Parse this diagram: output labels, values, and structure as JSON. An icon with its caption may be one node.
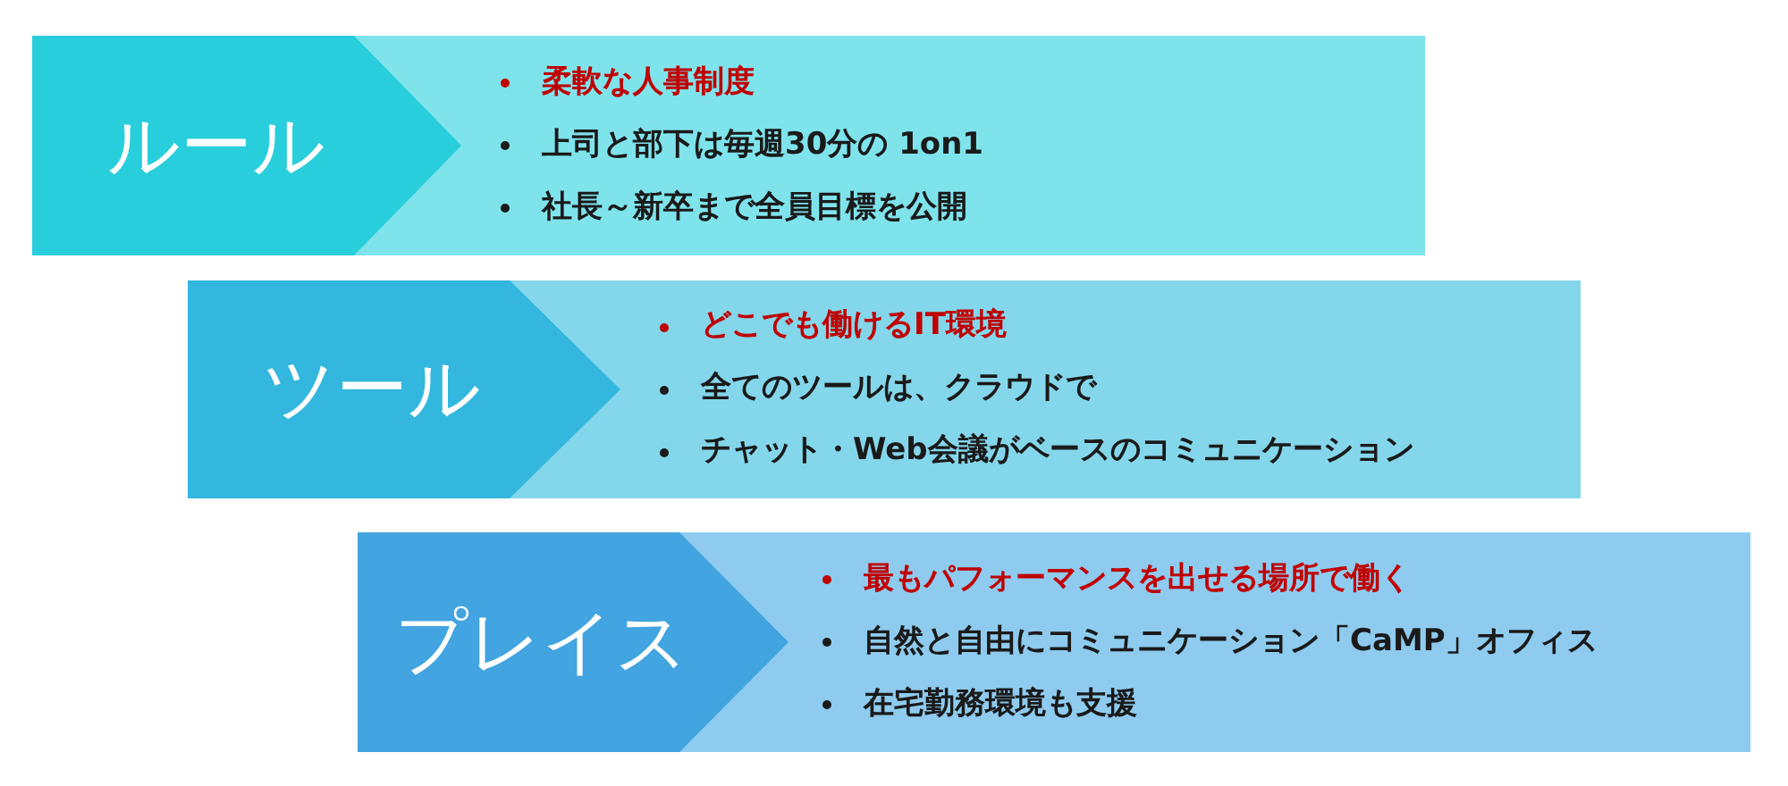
{
  "diagram": {
    "nodes": [
      {
        "text": [
          "柔軟な人事制度",
          "上司と部下は毎週30分の 1on1",
          "社長～新卒まで全員目標を公開"
        ]
      },
      {
        "text": [
          "ルール"
        ],
        "in": 0
      },
      {
        "text": [
          "どこでも働けるIT環境",
          "全てのツールは、クラウドで",
          "チャット・Web会議がベースのコミュニケーション"
        ]
      },
      {
        "text": [
          "ツール"
        ],
        "in": 2
      },
      {
        "text": [
          "最もパフォーマンスを出せる場所で働く",
          "自然と自由にコミュニケーション「CaMP」オフィス",
          "在宅勤務環境も支援"
        ]
      },
      {
        "text": [
          "プレイス"
        ],
        "in": 4
      }
    ]
  }
}
